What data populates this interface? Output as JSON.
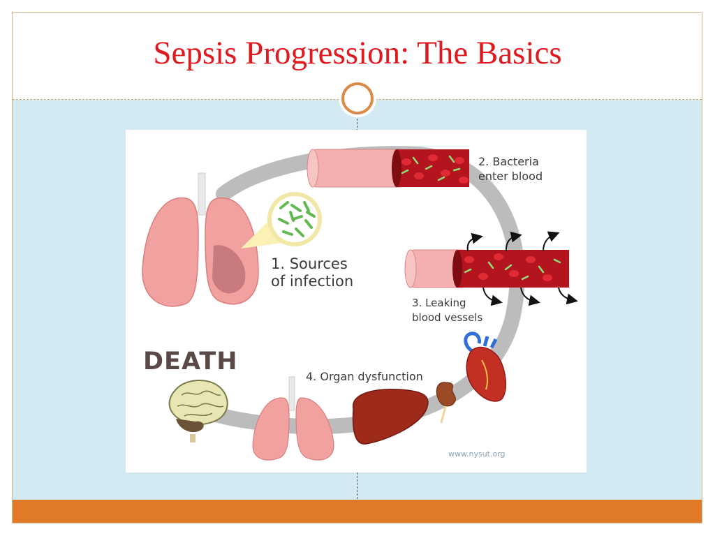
{
  "slide": {
    "title": "Sepsis Progression: The Basics"
  },
  "diagram": {
    "steps": [
      {
        "label_lines": [
          "1. Sources",
          "of infection"
        ]
      },
      {
        "label_lines": [
          "2. Bacteria",
          "enter blood"
        ]
      },
      {
        "label_lines": [
          "3. Leaking",
          "blood vessels"
        ]
      },
      {
        "label_lines": [
          "4. Organ dysfunction"
        ]
      }
    ],
    "outcome": "DEATH",
    "source_credit": "www.nysut.org"
  },
  "colors": {
    "title": "#e0191f",
    "content_background": "#d4eaf3",
    "accent_bar": "#e07a26",
    "medallion_ring": "#d98b47",
    "cycle_arrow": "#bcbcbc",
    "vessel_wall": "#f2a7a7",
    "blood": "#b3141d",
    "bacteria": "#7fcf6a"
  }
}
